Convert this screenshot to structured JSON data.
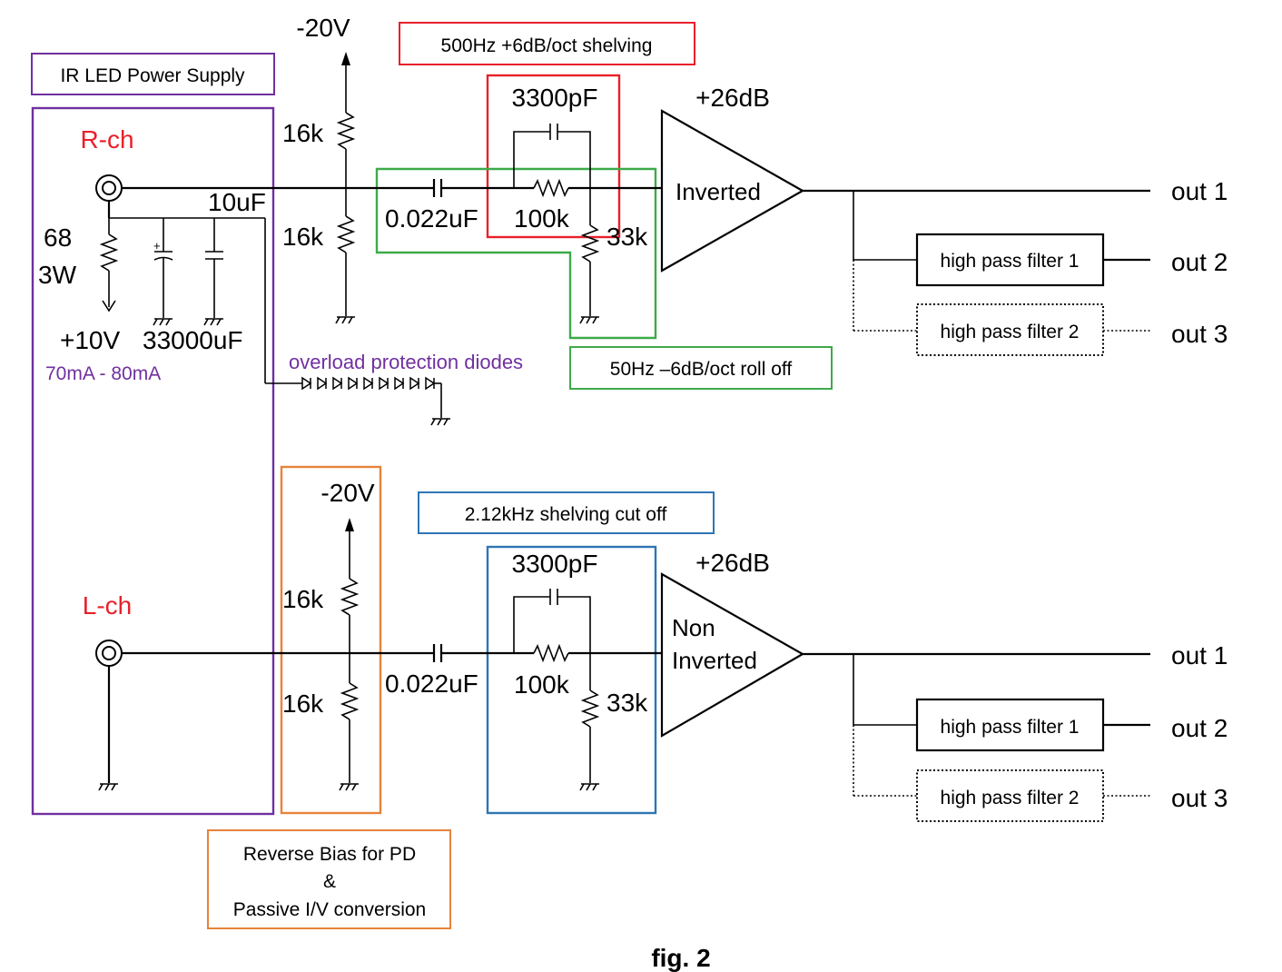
{
  "figure_caption": "fig. 2",
  "colors": {
    "wire": "#000000",
    "power_box": "#7030a0",
    "channel_label": "#e8202a",
    "shelving_box": "#e8202a",
    "rolloff_box": "#3daa4a",
    "bias_box": "#e8823a",
    "cutoff_box": "#2e75b6",
    "note_purple": "#7030a0"
  },
  "annotations": {
    "ir_led_power_supply": "IR LED Power Supply",
    "shelving_500": "500Hz +6dB/oct shelving",
    "rolloff_50": "50Hz –6dB/oct roll off",
    "shelving_cut_2k": "2.12kHz shelving cut off",
    "reverse_bias_line1": "Reverse Bias for PD",
    "reverse_bias_line2": "&",
    "reverse_bias_line3": "Passive I/V conversion",
    "overload_diodes": "overload protection diodes",
    "current_range": "70mA - 80mA"
  },
  "power": {
    "r_68": "68",
    "r_3w": "3W",
    "cap_10u": "10uF",
    "cap_33000u": "33000uF",
    "v_plus10": "+10V"
  },
  "rch": {
    "label": "R-ch",
    "supply": "-20V",
    "r_bias_top": "16k",
    "r_bias_bot": "16k",
    "c_in": "0.022uF",
    "c_fb": "3300pF",
    "r_series": "100k",
    "r_shunt": "33k",
    "gain": "+26dB",
    "amp_line1": "Inverted",
    "hpf1": "high pass filter 1",
    "hpf2": "high pass filter 2",
    "out1": "out 1",
    "out2": "out 2",
    "out3": "out 3"
  },
  "lch": {
    "label": "L-ch",
    "supply": "-20V",
    "r_bias_top": "16k",
    "r_bias_bot": "16k",
    "c_in": "0.022uF",
    "c_fb": "3300pF",
    "r_series": "100k",
    "r_shunt": "33k",
    "gain": "+26dB",
    "amp_line1": "Non",
    "amp_line2": "Inverted",
    "hpf1": "high pass filter 1",
    "hpf2": "high pass filter 2",
    "out1": "out 1",
    "out2": "out 2",
    "out3": "out 3"
  }
}
